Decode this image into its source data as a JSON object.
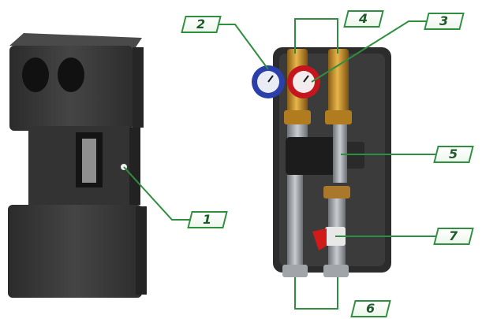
{
  "callouts": [
    {
      "id": "insulation-shell",
      "label": "1"
    },
    {
      "id": "blue-thermometer",
      "label": "2"
    },
    {
      "id": "red-thermometer",
      "label": "3"
    },
    {
      "id": "ball-valves",
      "label": "4"
    },
    {
      "id": "circulation-pump",
      "label": "5"
    },
    {
      "id": "bottom-connections",
      "label": "6"
    },
    {
      "id": "red-valve-handle",
      "label": "7"
    }
  ],
  "colors": {
    "callout_border": "#2e8f3e",
    "callout_text": "#1e5a2a",
    "leader_line": "#2e8f3e",
    "foam": "#3a3a3a",
    "brass": "#c7902a",
    "blue_dial": "#2a3fa8",
    "red_dial": "#c4161c",
    "pump": "#222222",
    "pipe": "#9a9ea3",
    "handle": "#d11a1a"
  }
}
